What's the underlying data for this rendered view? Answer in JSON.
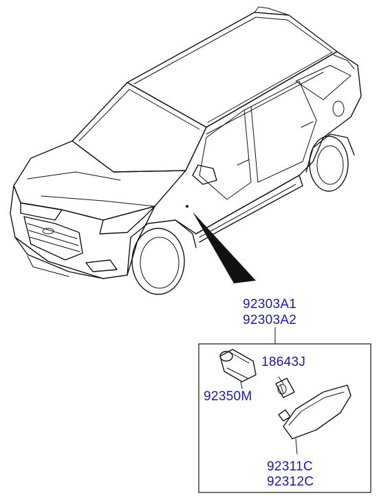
{
  "labels": {
    "assembly_1": "92303A1",
    "assembly_2": "92303A2",
    "socket": "92350M",
    "bulb": "18643J",
    "lamp_1": "92311C",
    "lamp_2": "92312C"
  },
  "colors": {
    "label": "#1a1aa8",
    "line": "#111111",
    "background": "#ffffff"
  }
}
